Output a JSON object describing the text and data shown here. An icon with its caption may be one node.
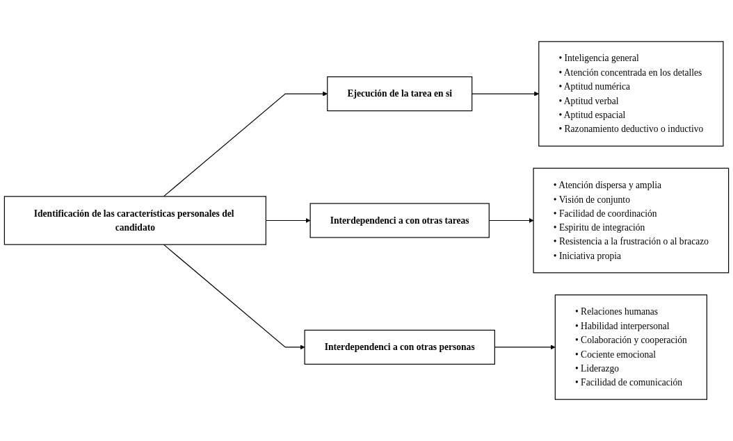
{
  "diagram": {
    "nodes": [
      {
        "text": [
          "Identificación de las características personales del candidato"
        ]
      },
      {
        "text": [
          "Ejecución de la tarea en si"
        ]
      },
      {
        "text": [
          "Interdependenci a con otras tareas"
        ]
      },
      {
        "text": [
          "Interdependenci a con otras personas"
        ]
      },
      {
        "text": [
          "• Inteligencia general",
          "• Atención concentrada en los detalles",
          "• Aptitud numérica",
          "• Aptitud verbal",
          "• Aptitud espacial",
          "• Razonamiento deductivo o inductivo"
        ]
      },
      {
        "text": [
          "• Atención dispersa y amplia",
          "• Visión de conjunto",
          "• Facilidad de coordinación",
          "• Espiritu de integración",
          "• Resistencia a la frustración o al bracazo",
          "• Iniciativa propia"
        ]
      },
      {
        "text": [
          "• Relaciones humanas",
          "• Habilidad interpersonal",
          "• Colaboración y cooperación",
          "• Cociente emocional",
          "• Liderazgo",
          "• Facilidad de comunicación"
        ]
      }
    ],
    "edges": [
      {
        "from": 0,
        "to": 1,
        "arrow": "to"
      },
      {
        "from": 0,
        "to": 2,
        "arrow": "to"
      },
      {
        "from": 0,
        "to": 3,
        "arrow": "to"
      },
      {
        "from": 1,
        "to": 4,
        "arrow": "to"
      },
      {
        "from": 2,
        "to": 5,
        "arrow": "to"
      },
      {
        "from": 3,
        "to": 6,
        "arrow": "to"
      }
    ]
  }
}
